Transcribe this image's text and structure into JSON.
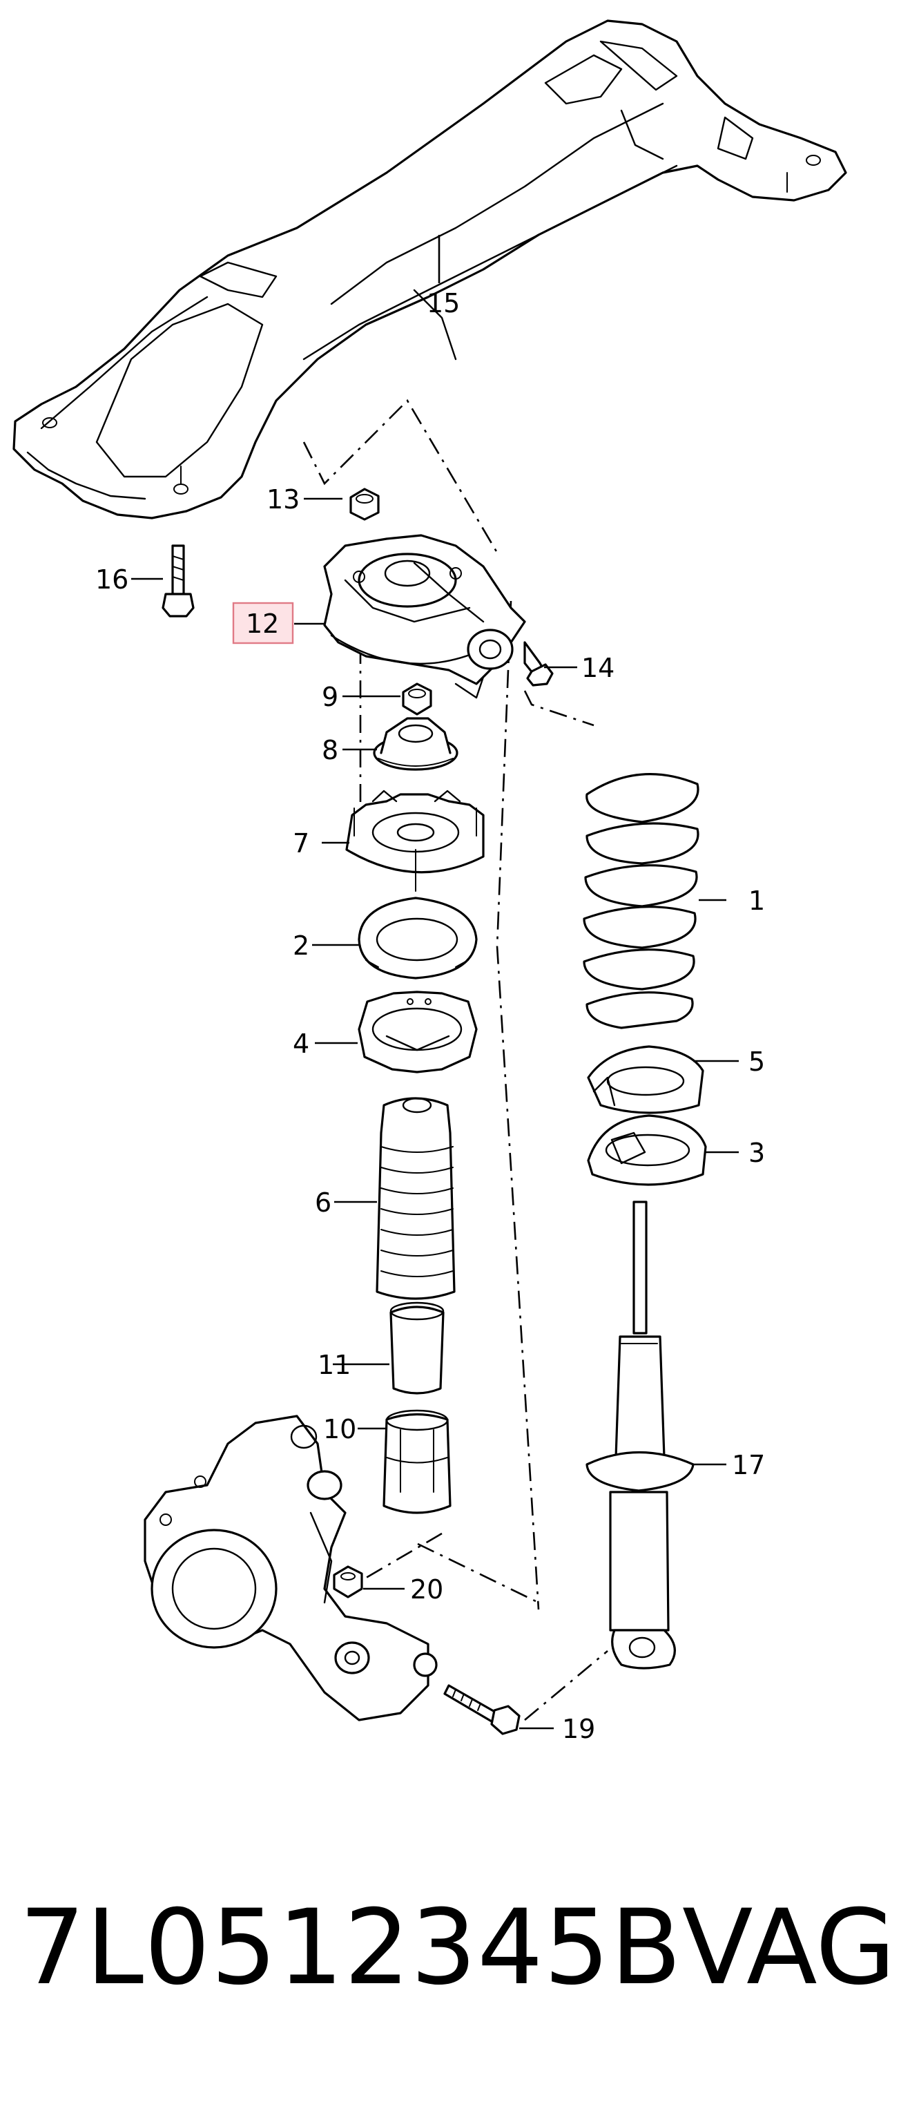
{
  "diagram": {
    "callouts": [
      {
        "id": "c1",
        "label": "1"
      },
      {
        "id": "c2",
        "label": "2"
      },
      {
        "id": "c3",
        "label": "3"
      },
      {
        "id": "c4",
        "label": "4"
      },
      {
        "id": "c5",
        "label": "5"
      },
      {
        "id": "c6",
        "label": "6"
      },
      {
        "id": "c7",
        "label": "7"
      },
      {
        "id": "c8",
        "label": "8"
      },
      {
        "id": "c9",
        "label": "9"
      },
      {
        "id": "c10",
        "label": "10"
      },
      {
        "id": "c11",
        "label": "11"
      },
      {
        "id": "c12",
        "label": "12",
        "highlighted": true
      },
      {
        "id": "c13",
        "label": "13"
      },
      {
        "id": "c14",
        "label": "14"
      },
      {
        "id": "c15",
        "label": "15"
      },
      {
        "id": "c16",
        "label": "16"
      },
      {
        "id": "c17",
        "label": "17"
      },
      {
        "id": "c19",
        "label": "19"
      },
      {
        "id": "c20",
        "label": "20"
      }
    ],
    "highlight_color": "#fde3e6",
    "highlight_border": "#e07a86"
  },
  "footer": {
    "part_number": "7L0512345B",
    "brand": "VAG"
  }
}
